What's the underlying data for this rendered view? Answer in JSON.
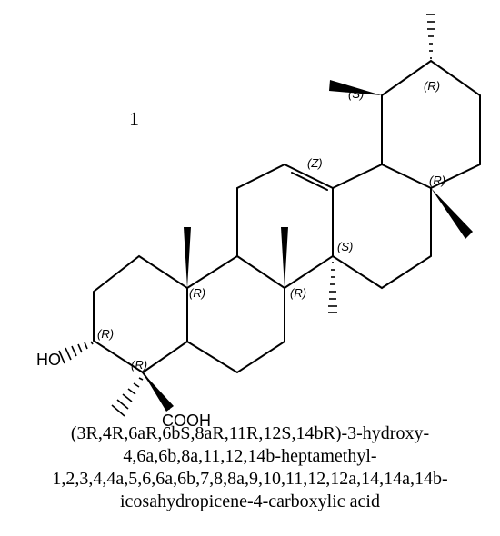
{
  "compound_number": "1",
  "atoms": {
    "hydroxyl": "HO",
    "carboxyl": "COOH"
  },
  "stereo_labels": {
    "c19": "(S)",
    "c20": "(R)",
    "c12": "(Z)",
    "c17": "(R)",
    "c14": "(S)",
    "c10": "(R)",
    "c8": "(R)",
    "c3": "(R)",
    "c4": "(R)"
  },
  "iupac_name": [
    "(3R,4R,6aR,6bS,8aR,11R,12S,14bR)-3-hydroxy-",
    "4,6a,6b,8a,11,12,14b-heptamethyl-",
    "1,2,3,4,4a,5,6,6a,6b,7,8,8a,9,10,11,12,12a,14,14a,14b-",
    "icosahydropicene-4-carboxylic acid"
  ]
}
